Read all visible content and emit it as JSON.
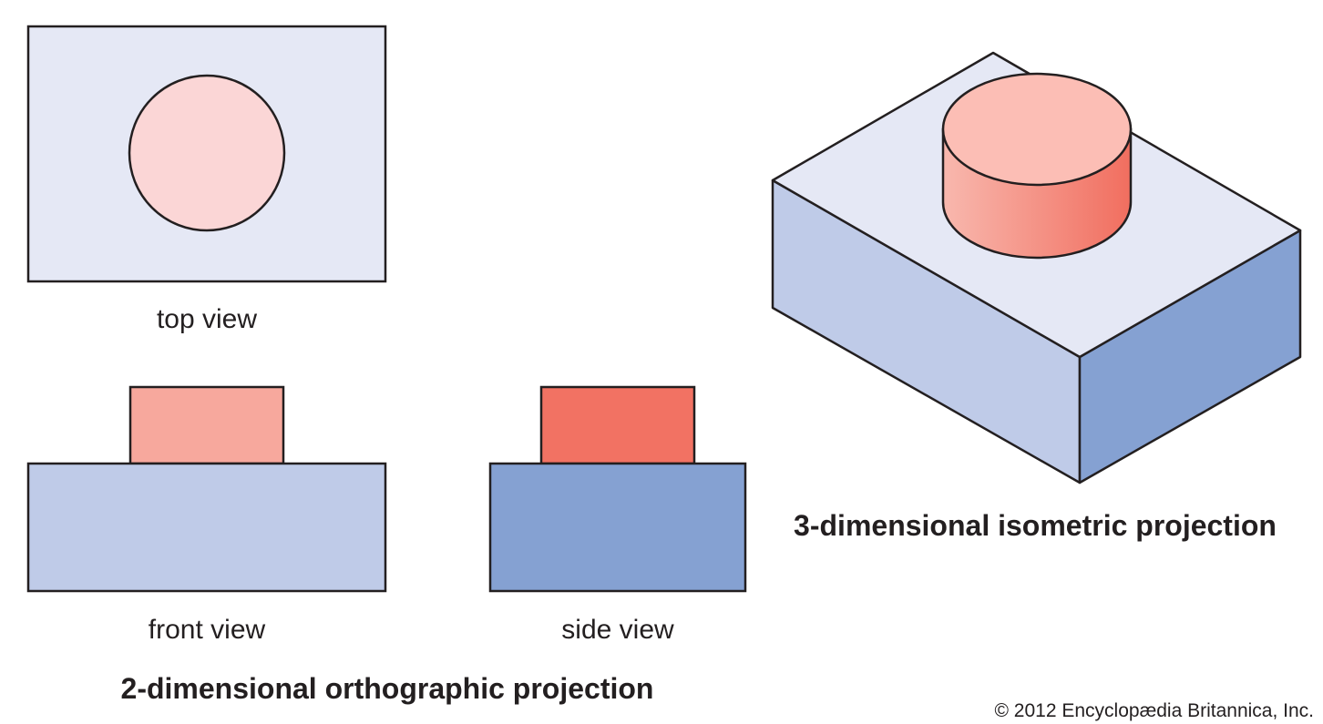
{
  "colors": {
    "base_top": "#e5e8f5",
    "base_front": "#bfcbe8",
    "base_side": "#85a1d2",
    "cylinder_top": "#fbd6d6",
    "cylinder_front": "#f7a89d",
    "cylinder_side": "#f27263",
    "iso_cylinder_top": "#fcbeb5",
    "iso_cylinder_grad_light": "#f8b8ae",
    "iso_cylinder_grad_dark": "#f16e5f",
    "outline": "#231f20"
  },
  "labels": {
    "top_view": "top view",
    "front_view": "front view",
    "side_view": "side view",
    "orthographic": "2-dimensional orthographic projection",
    "isometric": "3-dimensional isometric projection"
  },
  "credit": "© 2012 Encyclopædia Britannica, Inc."
}
